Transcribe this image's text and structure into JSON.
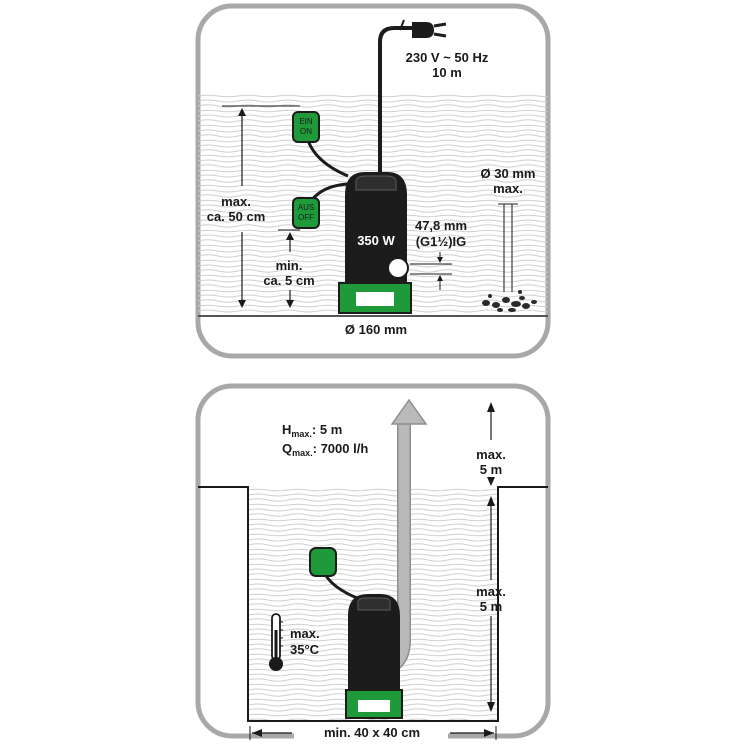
{
  "top_panel": {
    "power_line1": "230 V ~ 50 Hz",
    "power_line2": "10 m",
    "switch_on_line1": "EIN",
    "switch_on_line2": "ON",
    "switch_off_line1": "AUS",
    "switch_off_line2": "OFF",
    "max_line1": "max.",
    "max_line2": "ca. 50 cm",
    "min_line1": "min.",
    "min_line2": "ca. 5 cm",
    "wattage": "350 W",
    "outlet_line1": "47,8 mm",
    "outlet_line2": "(G1½)IG",
    "particle_line1": "Ø 30 mm",
    "particle_line2": "max.",
    "base_diameter": "Ø 160 mm"
  },
  "bottom_panel": {
    "hmax_prefix": "H",
    "hmax_sub": "max.",
    "hmax_value": ": 5 m",
    "qmax_prefix": "Q",
    "qmax_sub": "max.",
    "qmax_value": ": 7000 l/h",
    "height_top_line1": "max.",
    "height_top_line2": "5 m",
    "depth_line1": "max.",
    "depth_line2": "5 m",
    "temp_line1": "max.",
    "temp_line2": "35°C",
    "shaft_size": "min. 40 x 40 cm"
  },
  "colors": {
    "panel_border": "#a8a8a8",
    "pump_body": "#1c1c1c",
    "accent_green": "#1f9a3a",
    "arrow_gray": "#b4b4b4",
    "water_lines": "#cfcfcf"
  }
}
